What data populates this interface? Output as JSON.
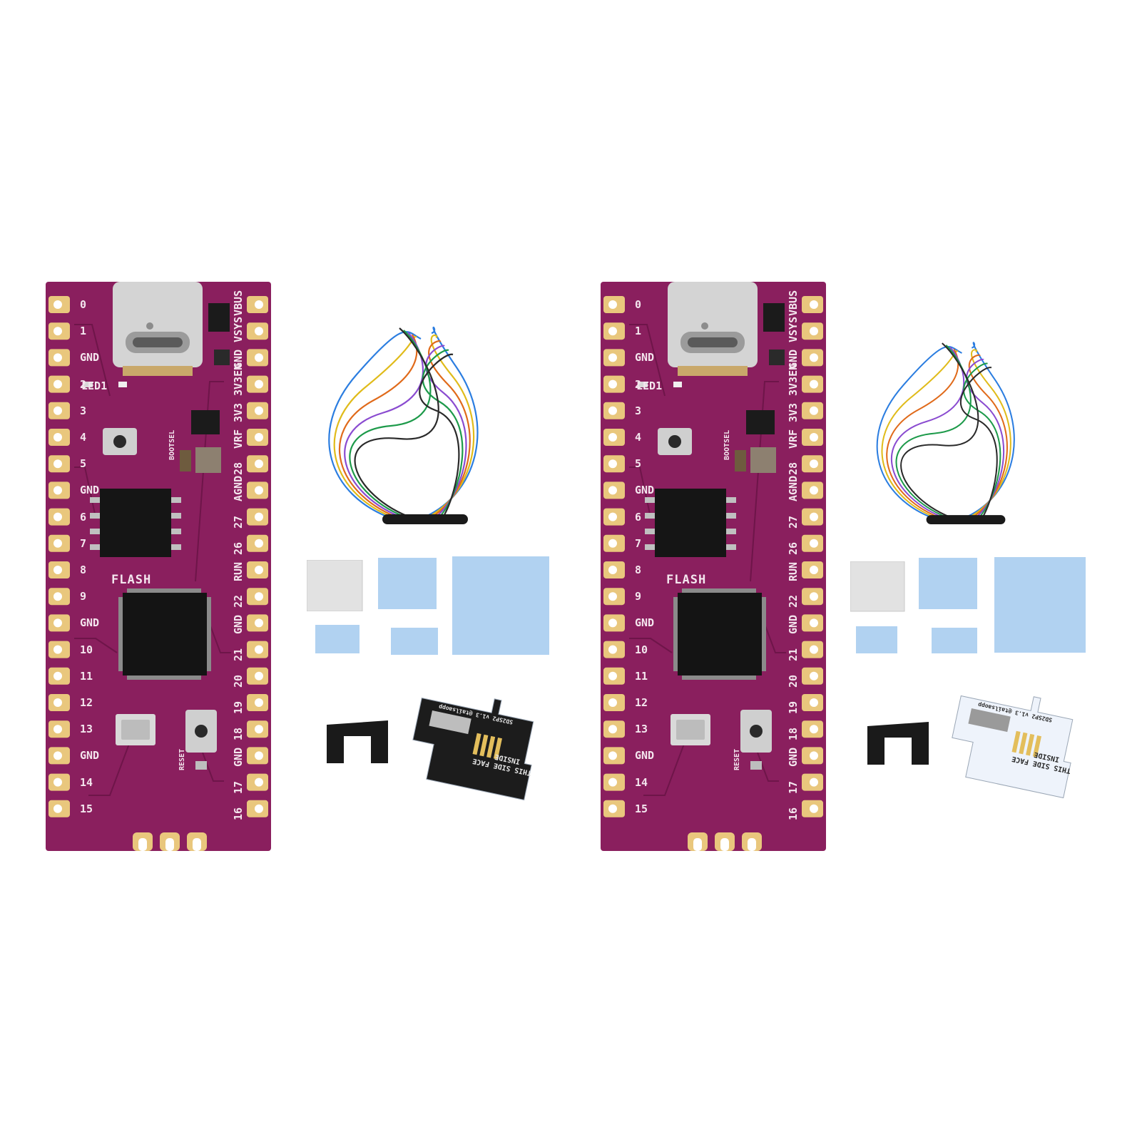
{
  "kits": [
    {
      "id": "kit-1",
      "pins_left": [
        "0",
        "1",
        "GND",
        "2",
        "3",
        "4",
        "5",
        "GND",
        "6",
        "7",
        "8",
        "9",
        "GND",
        "10",
        "11",
        "12",
        "13",
        "GND",
        "14",
        "15"
      ],
      "pins_right": [
        "VBUS",
        "VSYS",
        "GND",
        "3V3EN",
        "3V3",
        "VRF",
        "28",
        "AGND",
        "27",
        "26",
        "RUN",
        "22",
        "GND",
        "21",
        "20",
        "19",
        "18",
        "GND",
        "17",
        "16"
      ],
      "silk": {
        "led": "LED1",
        "bootsel": "BOOTSEL",
        "flash": "FLASH",
        "reset": "RESET"
      },
      "adapter": {
        "line1": "THIS SIDE FACE",
        "line2": "INSIDE",
        "small": "SD2SP2 v1.3 @tailsaopp"
      },
      "colors": {
        "adapter_board": "#1c1c1c",
        "adapter_text": "#e6e6e6"
      }
    },
    {
      "id": "kit-2",
      "pins_left": [
        "0",
        "1",
        "GND",
        "2",
        "3",
        "4",
        "5",
        "GND",
        "6",
        "7",
        "8",
        "9",
        "GND",
        "10",
        "11",
        "12",
        "13",
        "GND",
        "14",
        "15"
      ],
      "pins_right": [
        "VBUS",
        "VSYS",
        "GND",
        "3V3EN",
        "3V3",
        "VRF",
        "28",
        "AGND",
        "27",
        "26",
        "RUN",
        "22",
        "GND",
        "21",
        "20",
        "19",
        "18",
        "GND",
        "17",
        "16"
      ],
      "silk": {
        "led": "LED1",
        "bootsel": "BOOTSEL",
        "flash": "FLASH",
        "reset": "RESET"
      },
      "adapter": {
        "line1": "THIS SIDE FACE",
        "line2": "INSIDE",
        "small": "SD2SP2 v1.3 @tailsaopp"
      },
      "colors": {
        "adapter_board": "#eef3fb",
        "adapter_text": "#2a2a2a"
      }
    }
  ],
  "colors": {
    "background": "#ffffff",
    "pcb": "#8a1f5e",
    "pcb_dark": "#6e1549",
    "pad_gold": "#e9c77d",
    "chip": "#161616",
    "usb_metal": "#d4d4d4",
    "thermal_blue": "#a9cdf0",
    "thermal_silver": "#e2e2e2",
    "clip": "#1a1a1a"
  },
  "wire_colors": [
    "#2b7de0",
    "#e0bb1a",
    "#e06a1a",
    "#8a4bd0",
    "#1d9a4a",
    "#2a2a2a"
  ]
}
